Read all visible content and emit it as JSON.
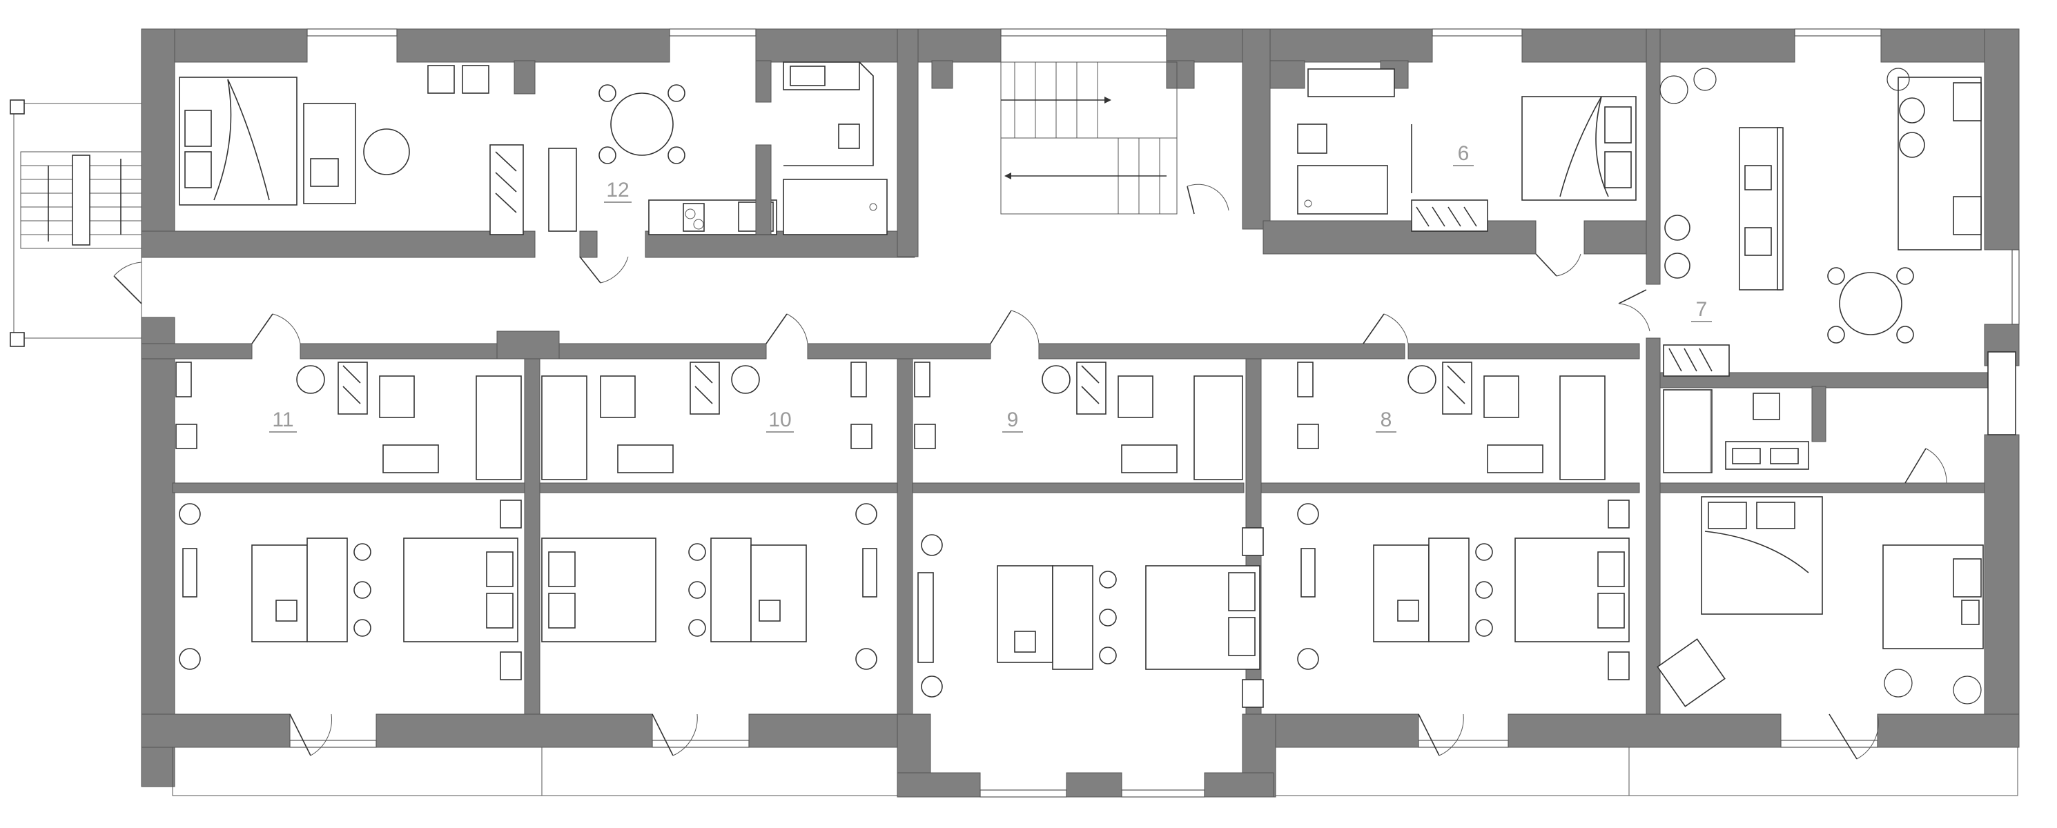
{
  "plan": {
    "rooms": [
      {
        "id": "room-6",
        "number": "6"
      },
      {
        "id": "room-7",
        "number": "7"
      },
      {
        "id": "room-8",
        "number": "8"
      },
      {
        "id": "room-9",
        "number": "9"
      },
      {
        "id": "room-10",
        "number": "10"
      },
      {
        "id": "room-11",
        "number": "11"
      },
      {
        "id": "room-12",
        "number": "12"
      }
    ],
    "colors": {
      "wall": "#808080",
      "line": "#333333",
      "room_label": "#9a9a9a"
    }
  }
}
